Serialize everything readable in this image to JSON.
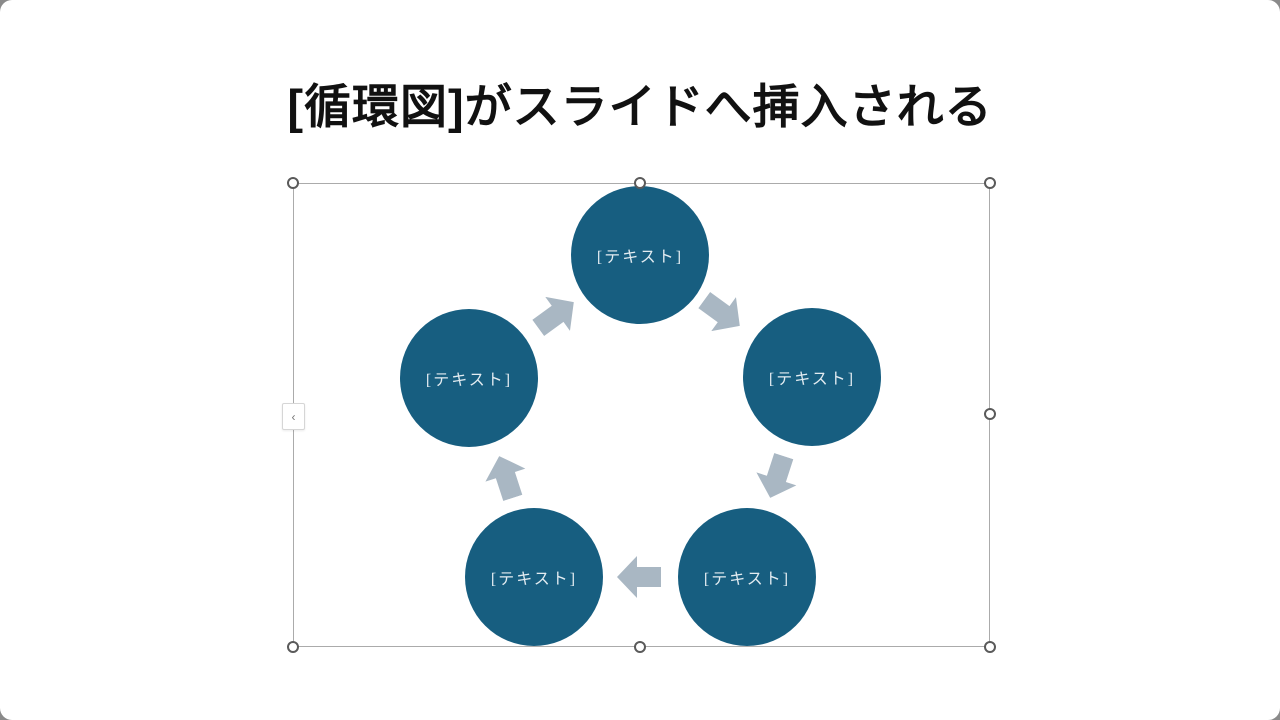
{
  "slide": {
    "title": "[循環図]がスライドへ挿入される"
  },
  "smartart": {
    "type": "basic-cycle",
    "direction": "clockwise",
    "nodes": [
      {
        "position": "top",
        "label": "[テキスト]"
      },
      {
        "position": "right",
        "label": "[テキスト]"
      },
      {
        "position": "bottom-right",
        "label": "[テキスト]"
      },
      {
        "position": "bottom-left",
        "label": "[テキスト]"
      },
      {
        "position": "left",
        "label": "[テキスト]"
      }
    ],
    "colors": {
      "node_fill": "#175e80",
      "node_text": "#e3ecf1",
      "arrow_fill": "#a9b7c3"
    }
  },
  "selection": {
    "text_pane_toggle_label": "‹",
    "frame_border_color": "#ababab",
    "handle_fill": "#ffffff",
    "handle_border": "#5a5a5a"
  }
}
